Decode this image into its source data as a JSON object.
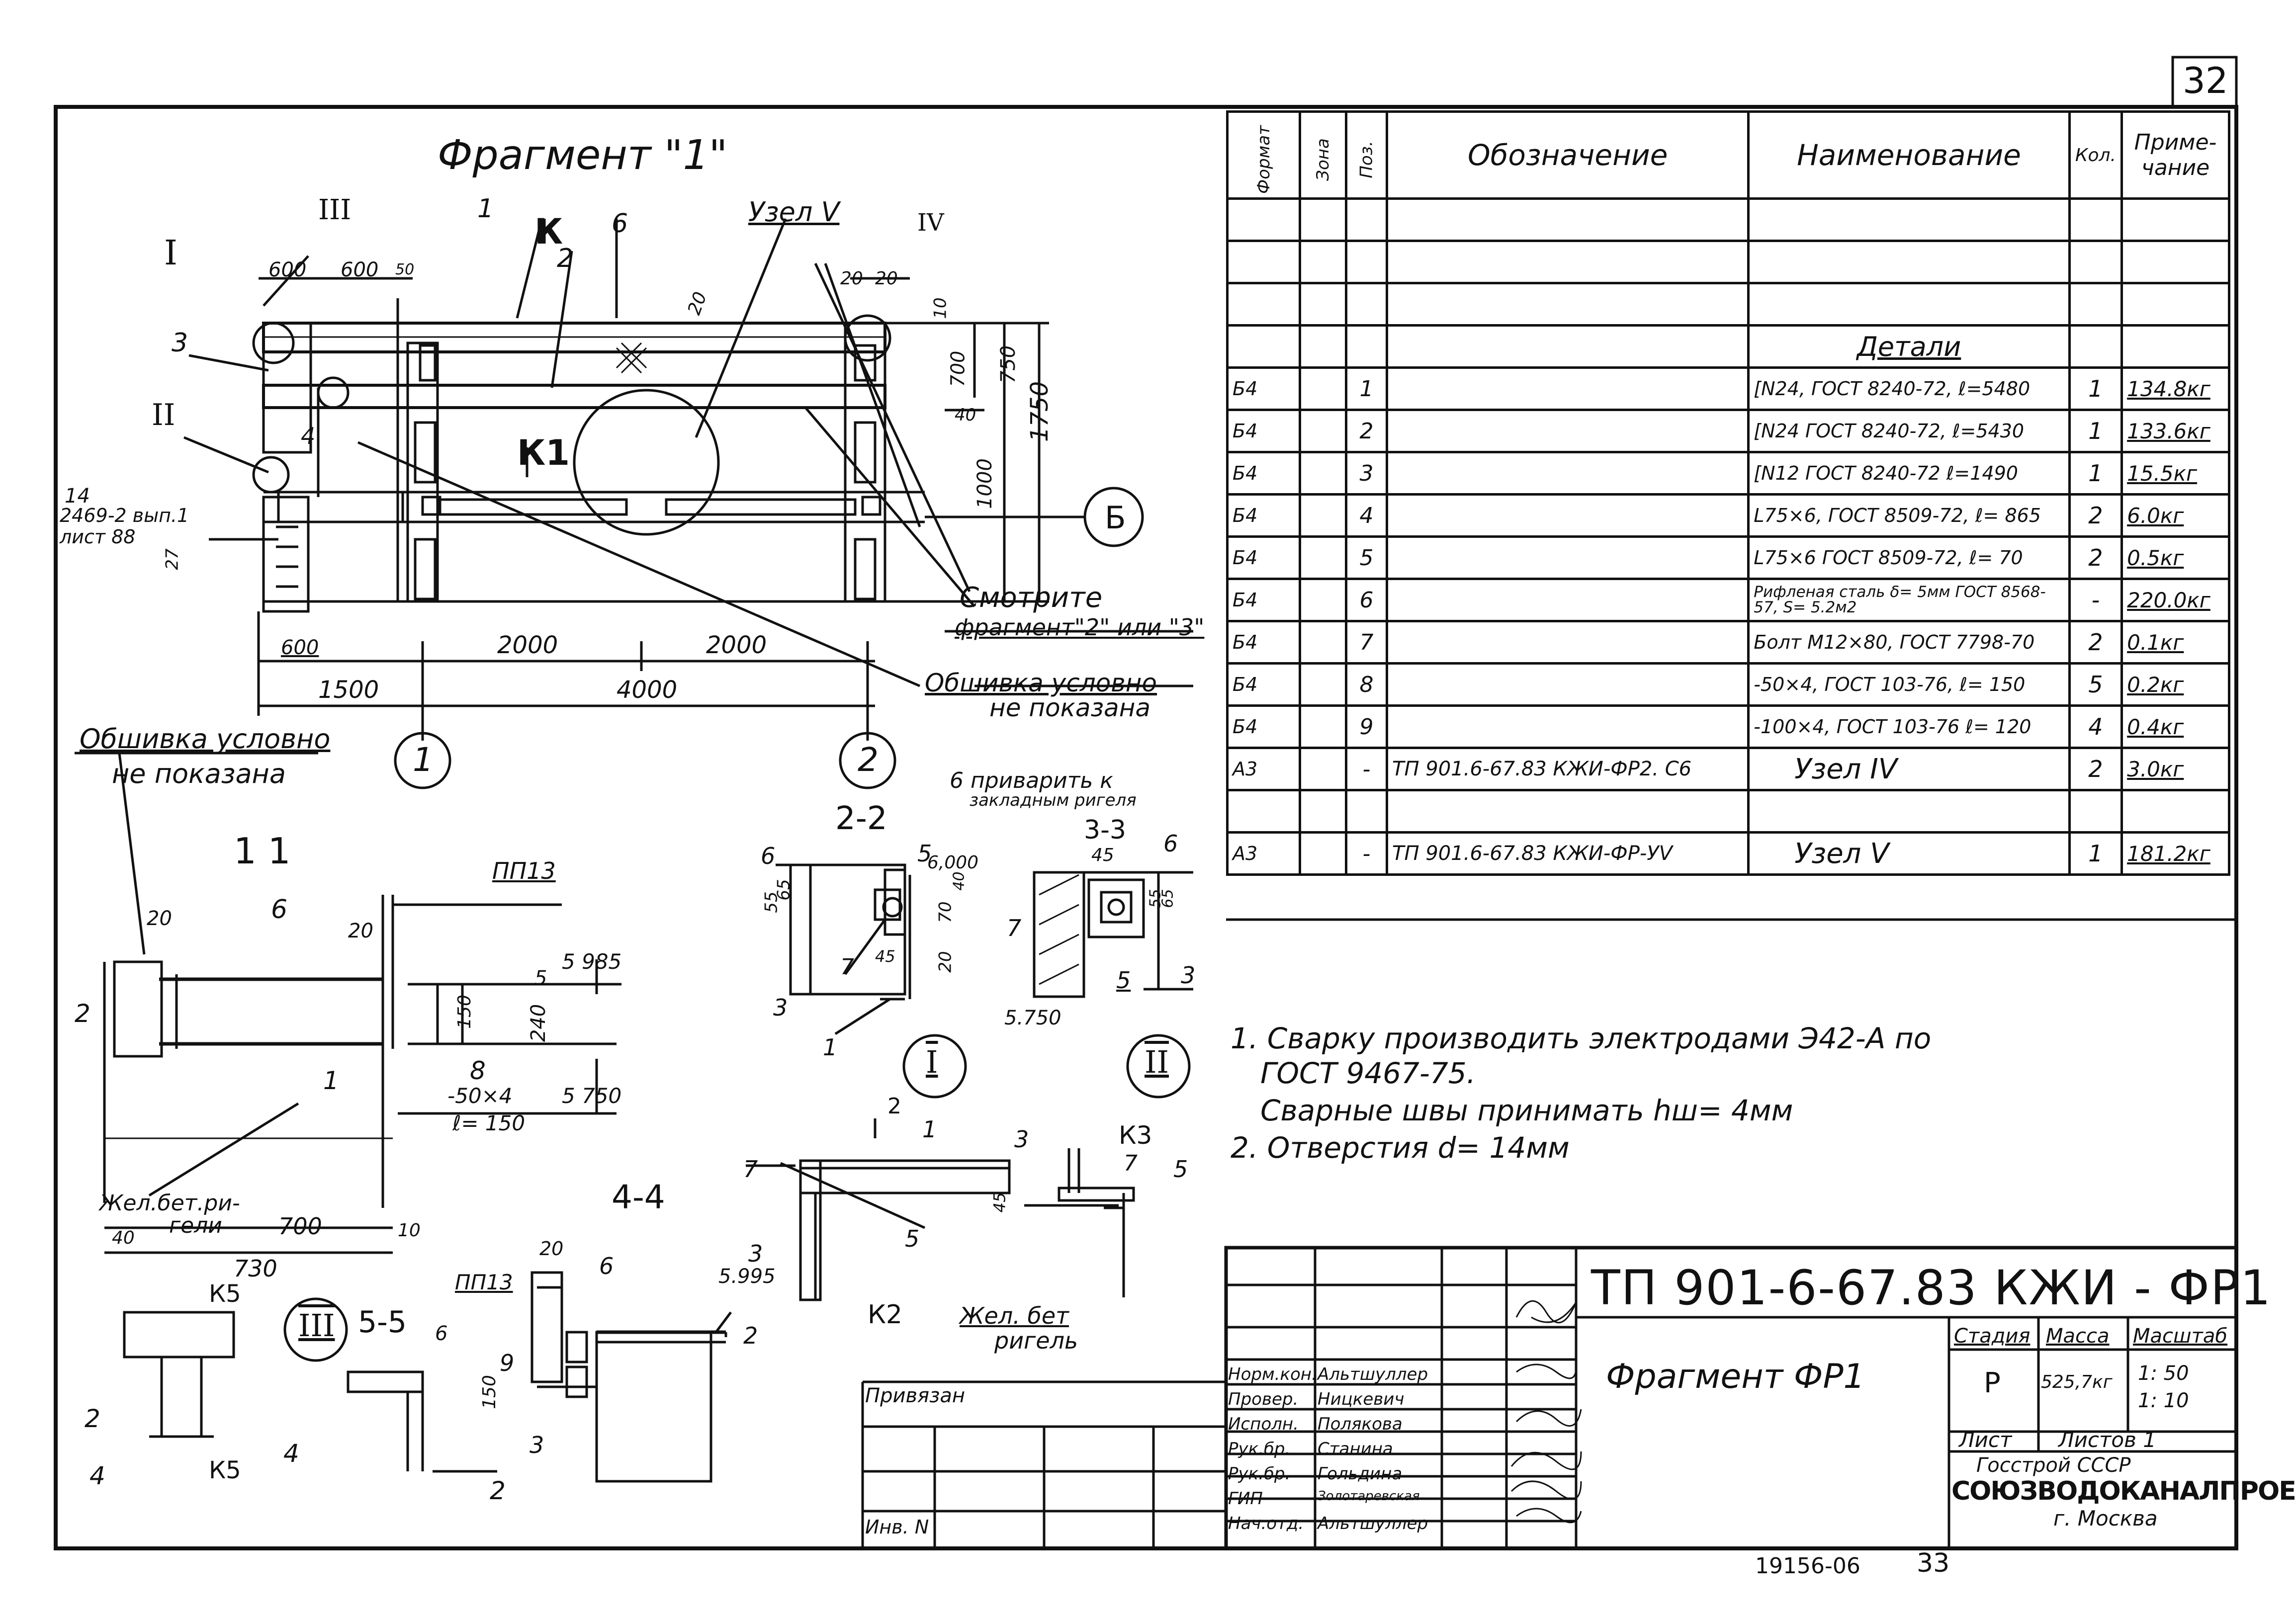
{
  "sheet_number": "32",
  "fragment_title": "Фрагмент \"1\"",
  "plan_labels": {
    "section_marks": [
      "I",
      "II",
      "III",
      "IV"
    ],
    "node_mark": "Узел V",
    "k1": "К1",
    "k1_top": "К",
    "pos_1": "1",
    "pos_2": "2",
    "pos_3": "3",
    "pos_6": "6",
    "four_marks": "4",
    "dims_top": [
      "600",
      "600",
      "50",
      "20",
      "20",
      "20",
      "10"
    ],
    "dims_right": [
      "700",
      "40",
      "1000",
      "750",
      "1750"
    ],
    "dims_bottom": [
      "600",
      "2000",
      "2000",
      "1500",
      "4000"
    ],
    "left_note_num": "14",
    "left_note_1": "2469-2 вып.1",
    "left_note_2": "лист 88",
    "left_27": "27",
    "axis_b": "Б",
    "axis_1": "1",
    "axis_2": "2",
    "see_line1": "Смотрите",
    "see_line2": "фрагмент\"2\" или \"3\"",
    "lining_1": "Обшивка условно",
    "lining_2": "не показана"
  },
  "left_note": {
    "line1": "Обшивка условно",
    "line2": "не показана"
  },
  "section_11": {
    "title": "1 1",
    "pp": "ПП13",
    "labels": [
      "20",
      "6",
      "20",
      "2",
      "150",
      "240",
      "5",
      "8",
      "-50×4",
      "ℓ= 150",
      "1"
    ],
    "elev_top": "5 985",
    "elev_bot": "5 750",
    "beam_1": "Жел.бет.ри-",
    "beam_2": "гели",
    "dim_700": "700",
    "dim_40": "40",
    "dim_10": "10",
    "dim_730": "730"
  },
  "section_22": {
    "title": "2-2",
    "labels": [
      "6",
      "5",
      "6,000",
      "55",
      "65",
      "40",
      "70",
      "20",
      "7",
      "45",
      "3",
      "1"
    ],
    "elev": "5.750"
  },
  "section_33": {
    "title": "3-3",
    "note_1": "6 приварить к",
    "note_2": "закладным ригеля",
    "labels": [
      "45",
      "6",
      "7",
      "55",
      "65",
      "5",
      "3"
    ]
  },
  "circle_marks": [
    "I",
    "II",
    "III"
  ],
  "node_k": {
    "k2_top": "2",
    "pos_1": "1",
    "pos_7": "7",
    "pos_3": "3",
    "pos_5": "5",
    "k2": "К2"
  },
  "node_k3": {
    "pos_3": "3",
    "k3": "К3",
    "pos_7": "7",
    "pos_5": "5",
    "dim_45": "45",
    "beam_1": "Жел. бет",
    "beam_2": "ригель"
  },
  "section_44": {
    "title": "4-4",
    "pp": "ПП13",
    "labels": [
      "20",
      "6",
      "9",
      "150",
      "3",
      "2"
    ],
    "elev": "5.995"
  },
  "section_55": {
    "title": "5-5",
    "k5": "К5",
    "labels": [
      "6",
      "2",
      "4",
      "4",
      "2"
    ]
  },
  "notes": {
    "line1": "1. Сварку производить электродами Э42-А  по",
    "line2": "ГОСТ  9467-75.",
    "line3": "Сварные швы принимать hш= 4мм",
    "line4": "2. Отверстия  d= 14мм"
  },
  "spec_table": {
    "headers": [
      "Формат",
      "Зона",
      "Поз.",
      "Обозначение",
      "Наименование",
      "Кол.",
      "Приме-чание"
    ],
    "section_title": "Детали",
    "rows": [
      {
        "fmt": "Б4",
        "zone": "",
        "pos": "1",
        "des": "",
        "name": "[N24, ГОСТ 8240-72, ℓ=5480",
        "qty": "1",
        "note": "134.8кг"
      },
      {
        "fmt": "Б4",
        "zone": "",
        "pos": "2",
        "des": "",
        "name": "[N24 ГОСТ 8240-72, ℓ=5430",
        "qty": "1",
        "note": "133.6кг"
      },
      {
        "fmt": "Б4",
        "zone": "",
        "pos": "3",
        "des": "",
        "name": "[N12 ГОСТ 8240-72 ℓ=1490",
        "qty": "1",
        "note": "15.5кг"
      },
      {
        "fmt": "Б4",
        "zone": "",
        "pos": "4",
        "des": "",
        "name": "L75×6, ГОСТ 8509-72, ℓ= 865",
        "qty": "2",
        "note": "6.0кг"
      },
      {
        "fmt": "Б4",
        "zone": "",
        "pos": "5",
        "des": "",
        "name": "L75×6 ГОСТ 8509-72, ℓ= 70",
        "qty": "2",
        "note": "0.5кг"
      },
      {
        "fmt": "Б4",
        "zone": "",
        "pos": "6",
        "des": "",
        "name": "Рифленая сталь δ= 5мм ГОСТ 8568-57, S= 5.2м2",
        "qty": "-",
        "note": "220.0кг"
      },
      {
        "fmt": "Б4",
        "zone": "",
        "pos": "7",
        "des": "",
        "name": "Болт М12×80, ГОСТ 7798-70",
        "qty": "2",
        "note": "0.1кг"
      },
      {
        "fmt": "Б4",
        "zone": "",
        "pos": "8",
        "des": "",
        "name": "-50×4, ГОСТ 103-76, ℓ= 150",
        "qty": "5",
        "note": "0.2кг"
      },
      {
        "fmt": "Б4",
        "zone": "",
        "pos": "9",
        "des": "",
        "name": "-100×4, ГОСТ 103-76 ℓ= 120",
        "qty": "4",
        "note": "0.4кг"
      },
      {
        "fmt": "А3",
        "zone": "",
        "pos": "-",
        "des": "ТП 901.6-67.83 КЖИ-ФР2. С6",
        "name": "Узел IV",
        "qty": "2",
        "note": "3.0кг"
      },
      {
        "fmt": "",
        "zone": "",
        "pos": "",
        "des": "",
        "name": "",
        "qty": "",
        "note": ""
      },
      {
        "fmt": "А3",
        "zone": "",
        "pos": "-",
        "des": "ТП 901.6-67.83 КЖИ-ФР-УV",
        "name": "Узел V",
        "qty": "1",
        "note": "181.2кг"
      }
    ]
  },
  "title_block": {
    "code": "ТП 901-6-67.83 КЖИ - ФР1",
    "name": "Фрагмент ФР1",
    "stage_label": "Стадия",
    "mass_label": "Масса",
    "scale_label": "Масштаб",
    "stage": "Р",
    "mass": "525,7кг",
    "scale_1": "1: 50",
    "scale_2": "1: 10",
    "sheet_label": "Лист",
    "sheets_label": "Листов 1",
    "org_1": "Госстрой СССР",
    "org_2": "СОЮЗВОДОКАНАЛПРОЕКТ",
    "org_3": "г. Москва",
    "attached": "Привязан",
    "inv": "Инв. N",
    "roles": [
      "Норм.кон.",
      "Провер.",
      "Исполн.",
      "Рук.бр.",
      "Рук.бр.",
      "ГИП",
      "Нач.отд."
    ],
    "names": [
      "Альтшуллер",
      "Ницкевич",
      "Полякова",
      "Станина",
      "Гольдина",
      "Золотаревская",
      "Альтшуллер"
    ]
  },
  "footer": {
    "stamp": "19156-06",
    "page": "33"
  }
}
